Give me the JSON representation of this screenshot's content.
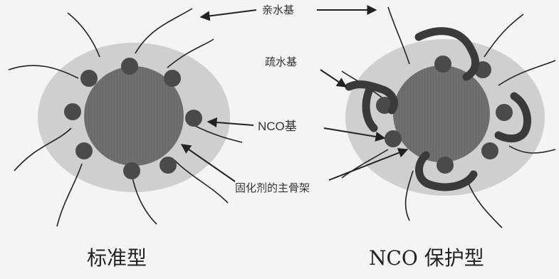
{
  "labels": {
    "hydrophilic_group": "亲水基",
    "hydrophobic_group": "疏水基",
    "nco_group": "NCO基",
    "curing_agent_backbone": "固化剂的主骨架"
  },
  "captions": {
    "standard_type": "标准型",
    "nco_protected_type": "NCO 保护型"
  },
  "colors": {
    "halo": "#cfcfcf",
    "core": "#6f6f6f",
    "nco_dot": "#4a4a4a",
    "protective_band": "#3a3a3a",
    "chain": "#222222",
    "arrow": "#222222"
  }
}
